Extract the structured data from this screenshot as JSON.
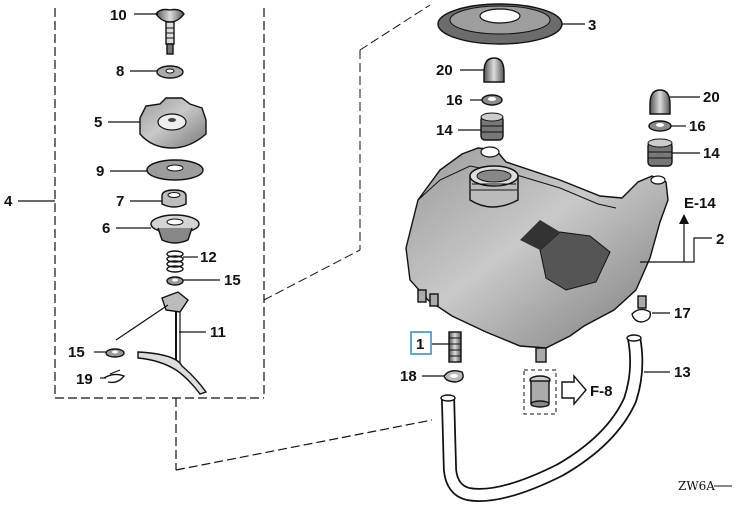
{
  "diagram": {
    "callouts": {
      "c10": "10",
      "c8": "8",
      "c5": "5",
      "c9": "9",
      "c7": "7",
      "c6": "6",
      "c12": "12",
      "c15a": "15",
      "c11": "11",
      "c15b": "15",
      "c19": "19",
      "c4": "4",
      "c3": "3",
      "c20a": "20",
      "c16a": "16",
      "c14a": "14",
      "c20b": "20",
      "c16b": "16",
      "c14b": "14",
      "c2": "2",
      "c1": "1",
      "c18": "18",
      "c17": "17",
      "c13": "13"
    },
    "refs": {
      "e14": "E-14",
      "f8": "F-8"
    },
    "code": "ZW6A"
  },
  "colors": {
    "line": "#111111",
    "part_fill": "#ffffff",
    "shade_light": "#d9d9d9",
    "shade_dark": "#6e6e6e",
    "highlight_box": "#3a8fd6"
  }
}
